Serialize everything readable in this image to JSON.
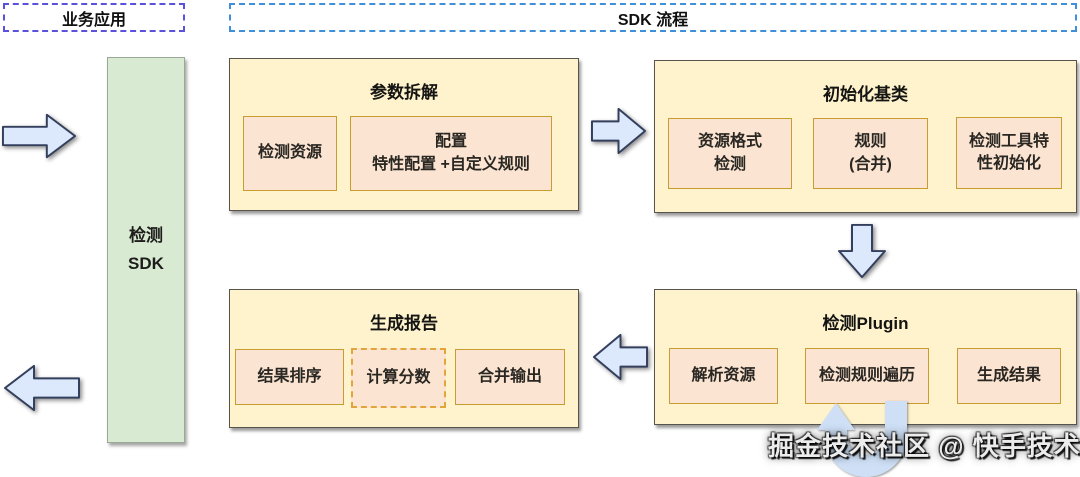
{
  "header": {
    "business_app": "业务应用",
    "sdk_flow": "SDK 流程"
  },
  "sdk_bar": {
    "line1": "检测",
    "line2": "SDK"
  },
  "groups": {
    "param_parse": {
      "title": "参数拆解",
      "steps": {
        "detect_resource": "检测资源",
        "config_line1": "配置",
        "config_line2": "特性配置 +自定义规则"
      }
    },
    "init_base": {
      "title": "初始化基类",
      "steps": {
        "resource_format_line1": "资源格式",
        "resource_format_line2": "检测",
        "rules_line1": "规则",
        "rules_line2": "(合并)",
        "tool_feature_line1": "检测工具特",
        "tool_feature_line2": "性初始化"
      }
    },
    "detect_plugin": {
      "title": "检测Plugin",
      "steps": {
        "parse_resource": "解析资源",
        "rule_traverse": "检测规则遍历",
        "generate_result": "生成结果"
      }
    },
    "generate_report": {
      "title": "生成报告",
      "steps": {
        "result_sort": "结果排序",
        "calc_score": "计算分数",
        "merge_output": "合并输出"
      }
    }
  },
  "watermark": "掘金技术社区 @ 快手技术",
  "icons": {
    "flow_arrows": [
      "arrow-right-icon",
      "arrow-down-icon",
      "arrow-left-icon",
      "loop-arrow-icon"
    ]
  },
  "colors": {
    "background": "#ffffff",
    "group_fill": "#fff3cd",
    "group_border": "#57554b",
    "step_fill": "#fbe5d2",
    "step_border": "#c99c30",
    "step_dashed_border": "#e2a43c",
    "sdk_bar_fill": "#d9ead3",
    "arrow_fill": "#dce8fb",
    "arrow_border": "#333f5c",
    "business_header_border": "#5a52dc",
    "flow_header_border": "#3f8fd9"
  }
}
